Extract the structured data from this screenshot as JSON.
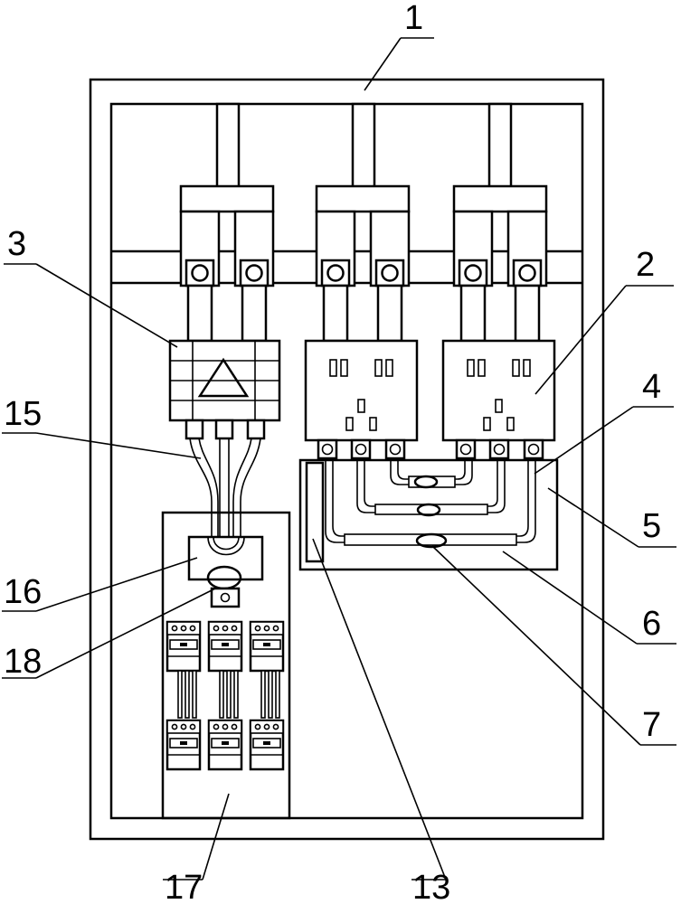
{
  "labels": {
    "cabinet": "1",
    "socket_module": "2",
    "switch_module": "3",
    "wiring_harness": "4",
    "mounting_plate": "5",
    "lower_tube": "6",
    "tube_clamp": "7",
    "side_rail": "13",
    "cable_bundle": "15",
    "junction_block": "16",
    "breaker_panel": "17",
    "cable_grommet": "18"
  }
}
